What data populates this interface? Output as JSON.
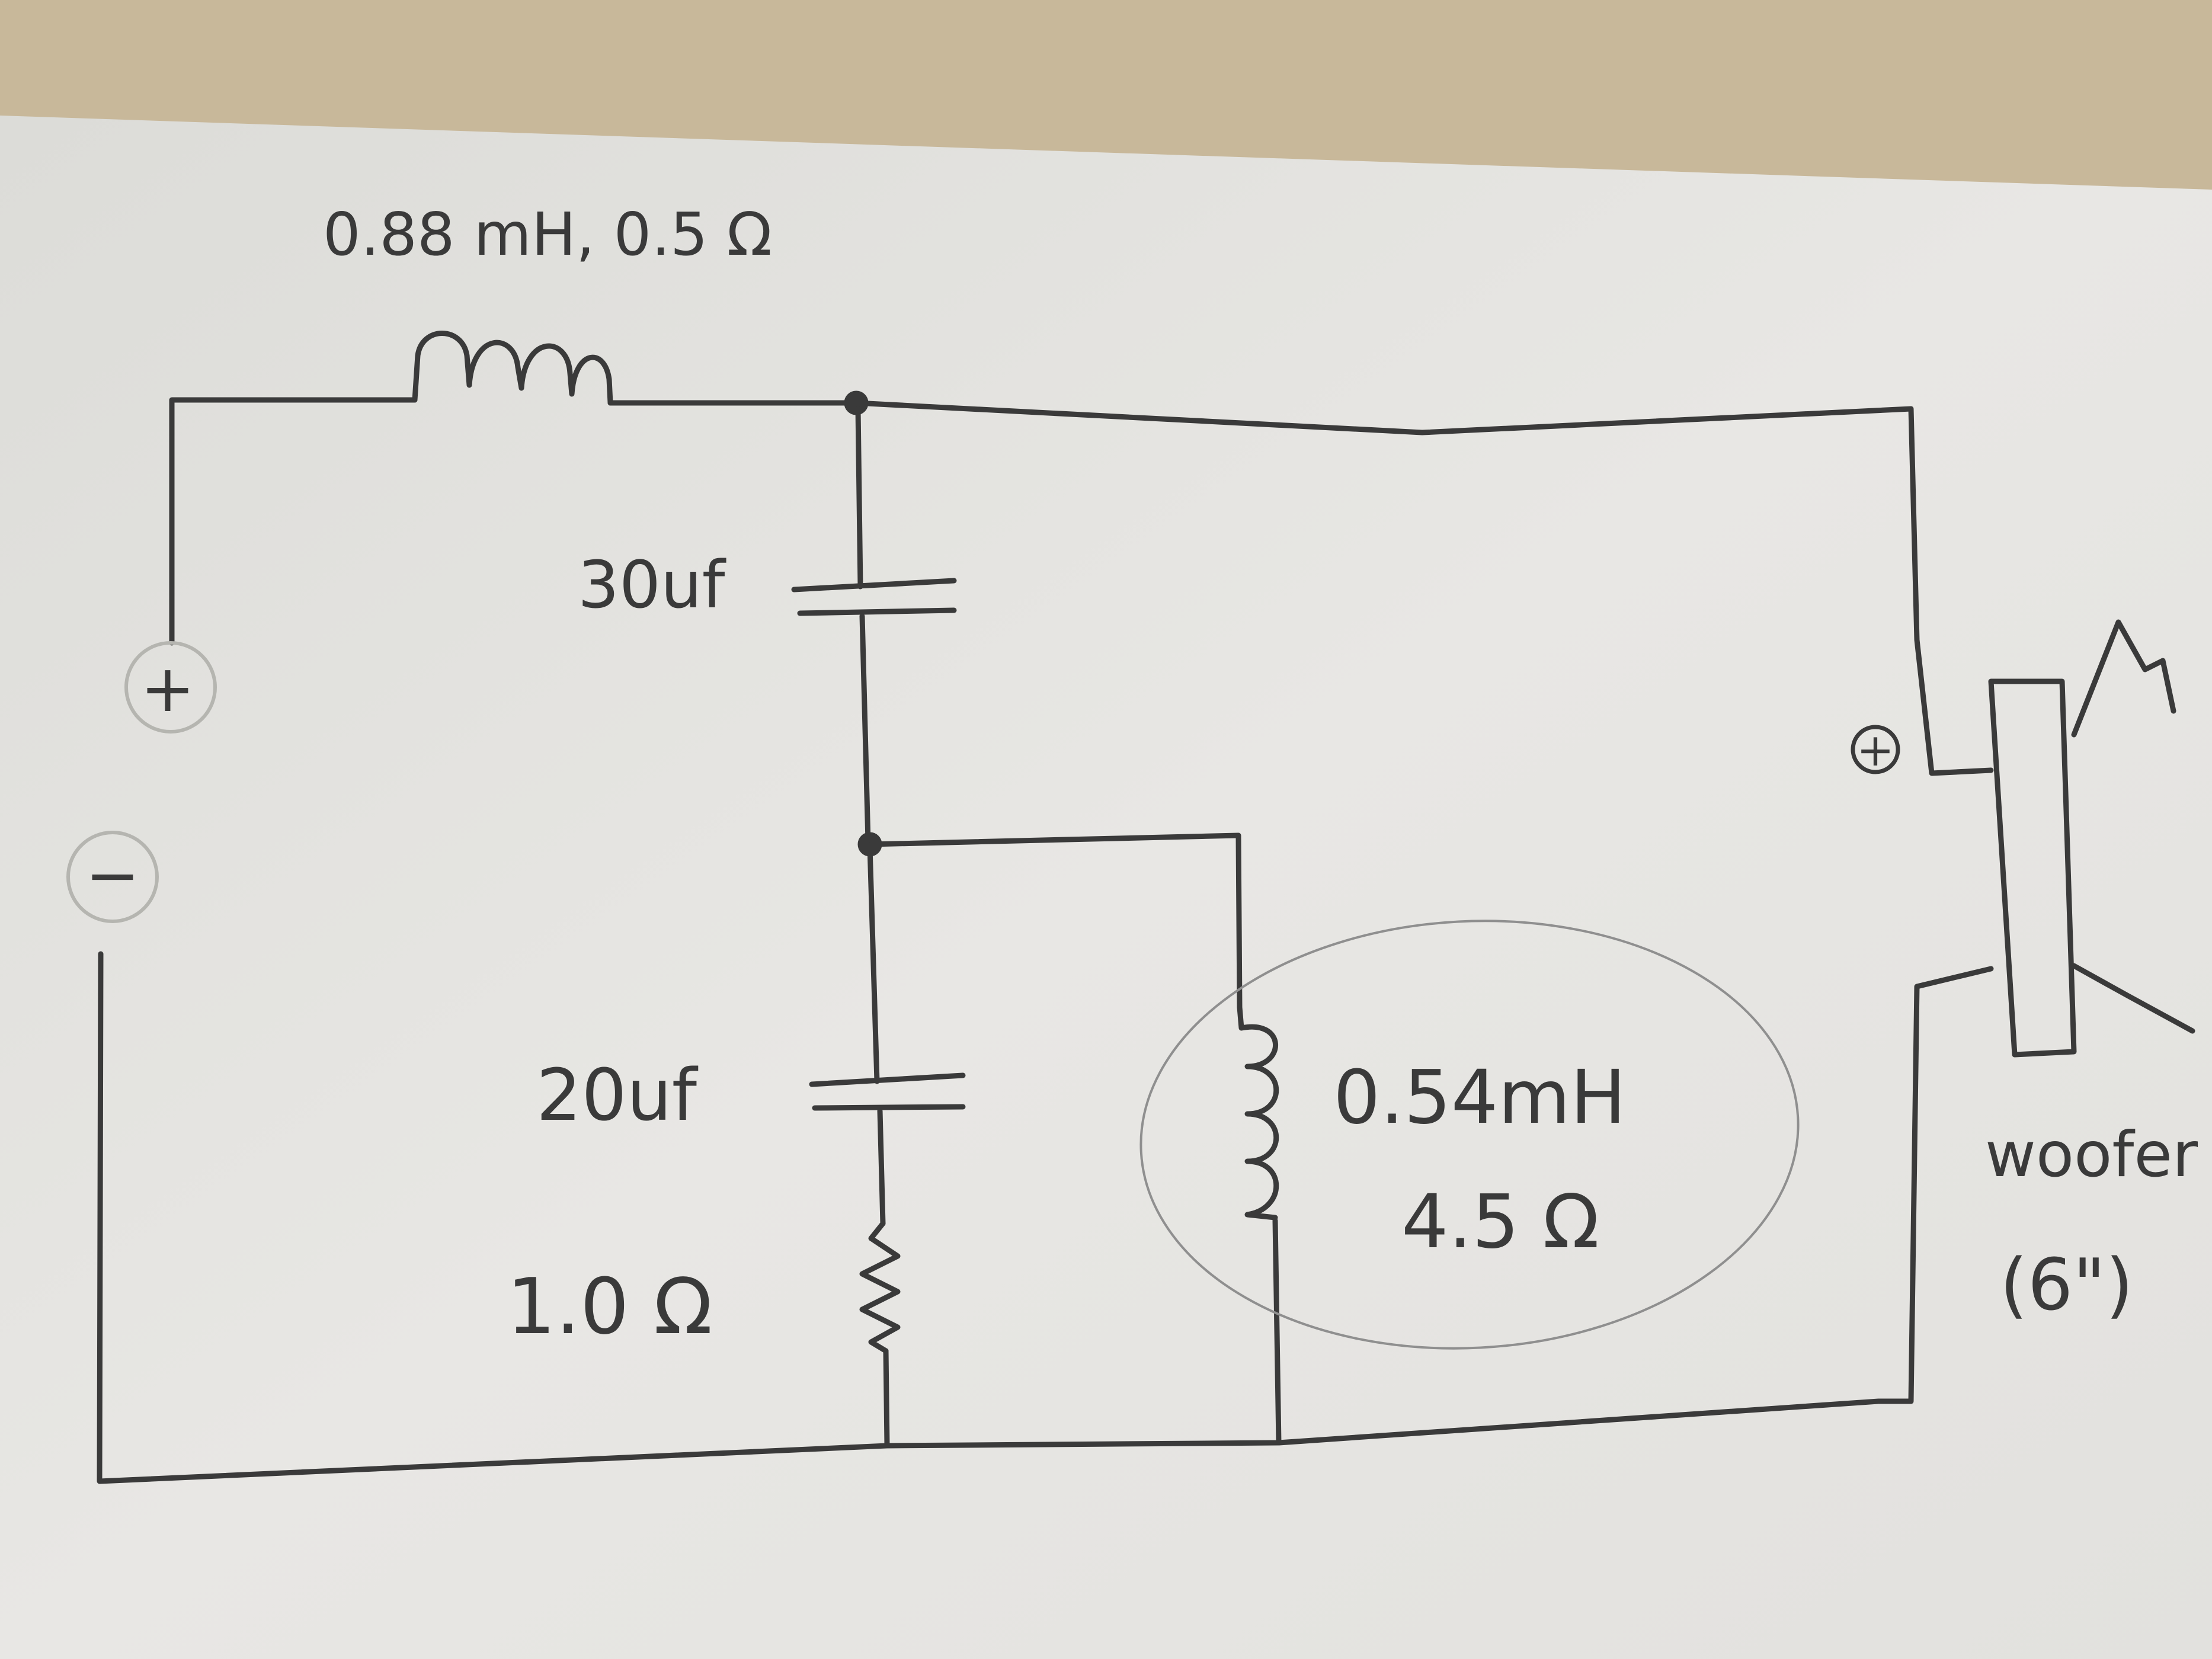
{
  "labels": {
    "series_inductor": "0.88 mH, 0.5 Ω",
    "cap_upper": "30uf",
    "cap_lower": "20uf",
    "resistor_lower": "1.0 Ω",
    "inductor_shunt_value": "0.54mH",
    "inductor_shunt_resistance": "4.5 Ω",
    "speaker_name": "woofer",
    "speaker_size": "(6\")",
    "input_positive": "+",
    "input_negative": "−",
    "speaker_positive": "+"
  },
  "colors": {
    "paper": "#e6e5e2",
    "background_wood": "#c8b89a",
    "pencil": "#3a3a3a",
    "faint_pencil": "#9a9a9a"
  }
}
